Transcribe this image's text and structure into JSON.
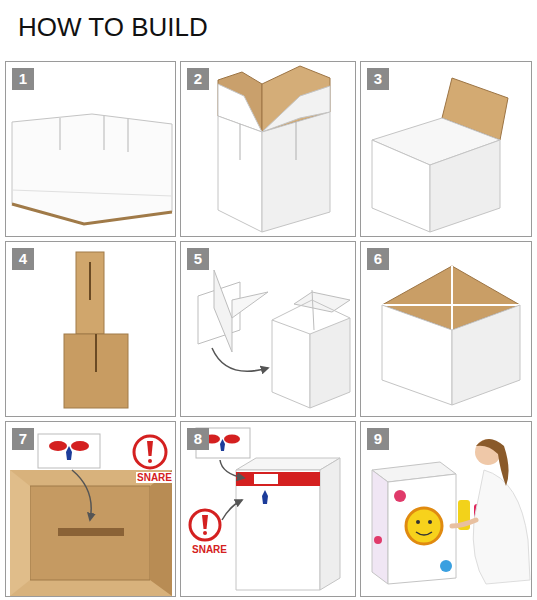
{
  "diagram": {
    "title": "HOW TO BUILD",
    "nodes": [
      {
        "text": [
          "1"
        ]
      },
      {
        "text": [
          "2"
        ]
      },
      {
        "text": [
          "3"
        ]
      },
      {
        "text": [
          "4"
        ]
      },
      {
        "text": [
          "5"
        ]
      },
      {
        "text": [
          "6"
        ]
      },
      {
        "text": [
          "7"
        ]
      },
      {
        "text": [
          "8"
        ]
      },
      {
        "text": [
          "9"
        ]
      }
    ],
    "labels": [
      "SNARE",
      "SNARE"
    ]
  }
}
